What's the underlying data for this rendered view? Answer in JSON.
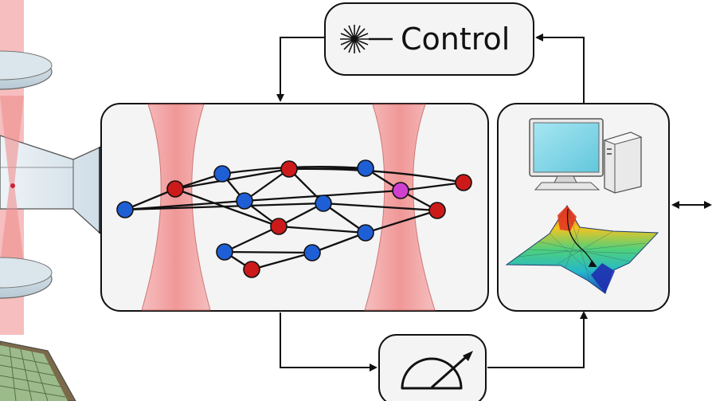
{
  "control_box": {
    "label": "Control",
    "icon": "laser-starburst-icon"
  },
  "processor_box": {
    "icons": [
      "desktop-computer-icon",
      "energy-landscape-surface-plot"
    ]
  },
  "measurement_box": {
    "icon": "gauge-meter-icon"
  },
  "graph_box": {
    "beams": [
      "tweezer-beam-left",
      "tweezer-beam-right"
    ],
    "node_colors": {
      "blue": "#1f5fd6",
      "red": "#cc1a1a",
      "magenta": "#d040d0"
    }
  },
  "colors": {
    "beam": "#f3a7a7",
    "panel_fill": "#f4f4f4",
    "stroke": "#111111"
  }
}
